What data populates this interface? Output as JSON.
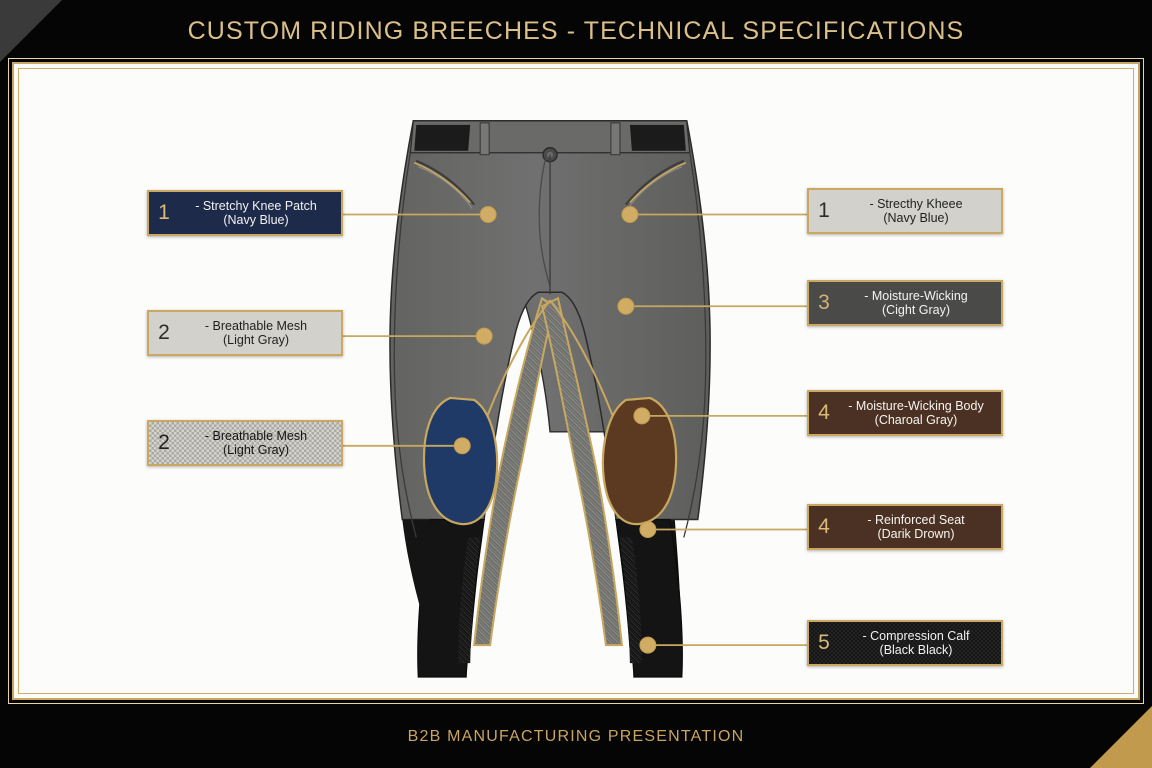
{
  "header": {
    "title": "CUSTOM RIDING BREECHES - TECHNICAL SPECIFICATIONS"
  },
  "footer": {
    "text": "B2B MANUFACTURING PRESENTATION"
  },
  "colors": {
    "gold": "#c8a75f",
    "gold_light": "#dcc08a",
    "background_dark": "#050505",
    "canvas": "#fcfcfb",
    "navy_patch": "#1f3a66",
    "brown_patch": "#5c3a21",
    "body_gray": "#6d6d6b",
    "dark_gray": "#4a4a48",
    "leg_black": "#151515",
    "mesh_gray": "#7d7d79"
  },
  "callouts_left": [
    {
      "number": "1",
      "name": "- Stretchy Knee Patch",
      "sub": "(Navy Blue)",
      "theme": "t-navy"
    },
    {
      "number": "2",
      "name": "- Breathable Mesh",
      "sub": "(Light Gray)",
      "theme": "t-lightgray"
    },
    {
      "number": "2",
      "name": "- Breathable Mesh",
      "sub": "(Light Gray)",
      "theme": "t-mesh"
    }
  ],
  "callouts_right": [
    {
      "number": "1",
      "name": "- Strecthy Kheee",
      "sub": "(Navy Blue)",
      "theme": "t-lightgray"
    },
    {
      "number": "3",
      "name": "- Moisture-Wicking",
      "sub": "(Cight Gray)",
      "theme": "t-darkgray"
    },
    {
      "number": "4",
      "name": "- Moisture-Wicking Body",
      "sub": "(Charoal Gray)",
      "theme": "t-brown"
    },
    {
      "number": "4",
      "name": "- Reinforced Seat",
      "sub": "(Darik Drown)",
      "theme": "t-brown"
    },
    {
      "number": "5",
      "name": "- Compression Calf",
      "sub": "(Black Black)",
      "theme": "t-black"
    }
  ],
  "garment": {
    "label": "riding-breeches-technical-flat"
  }
}
